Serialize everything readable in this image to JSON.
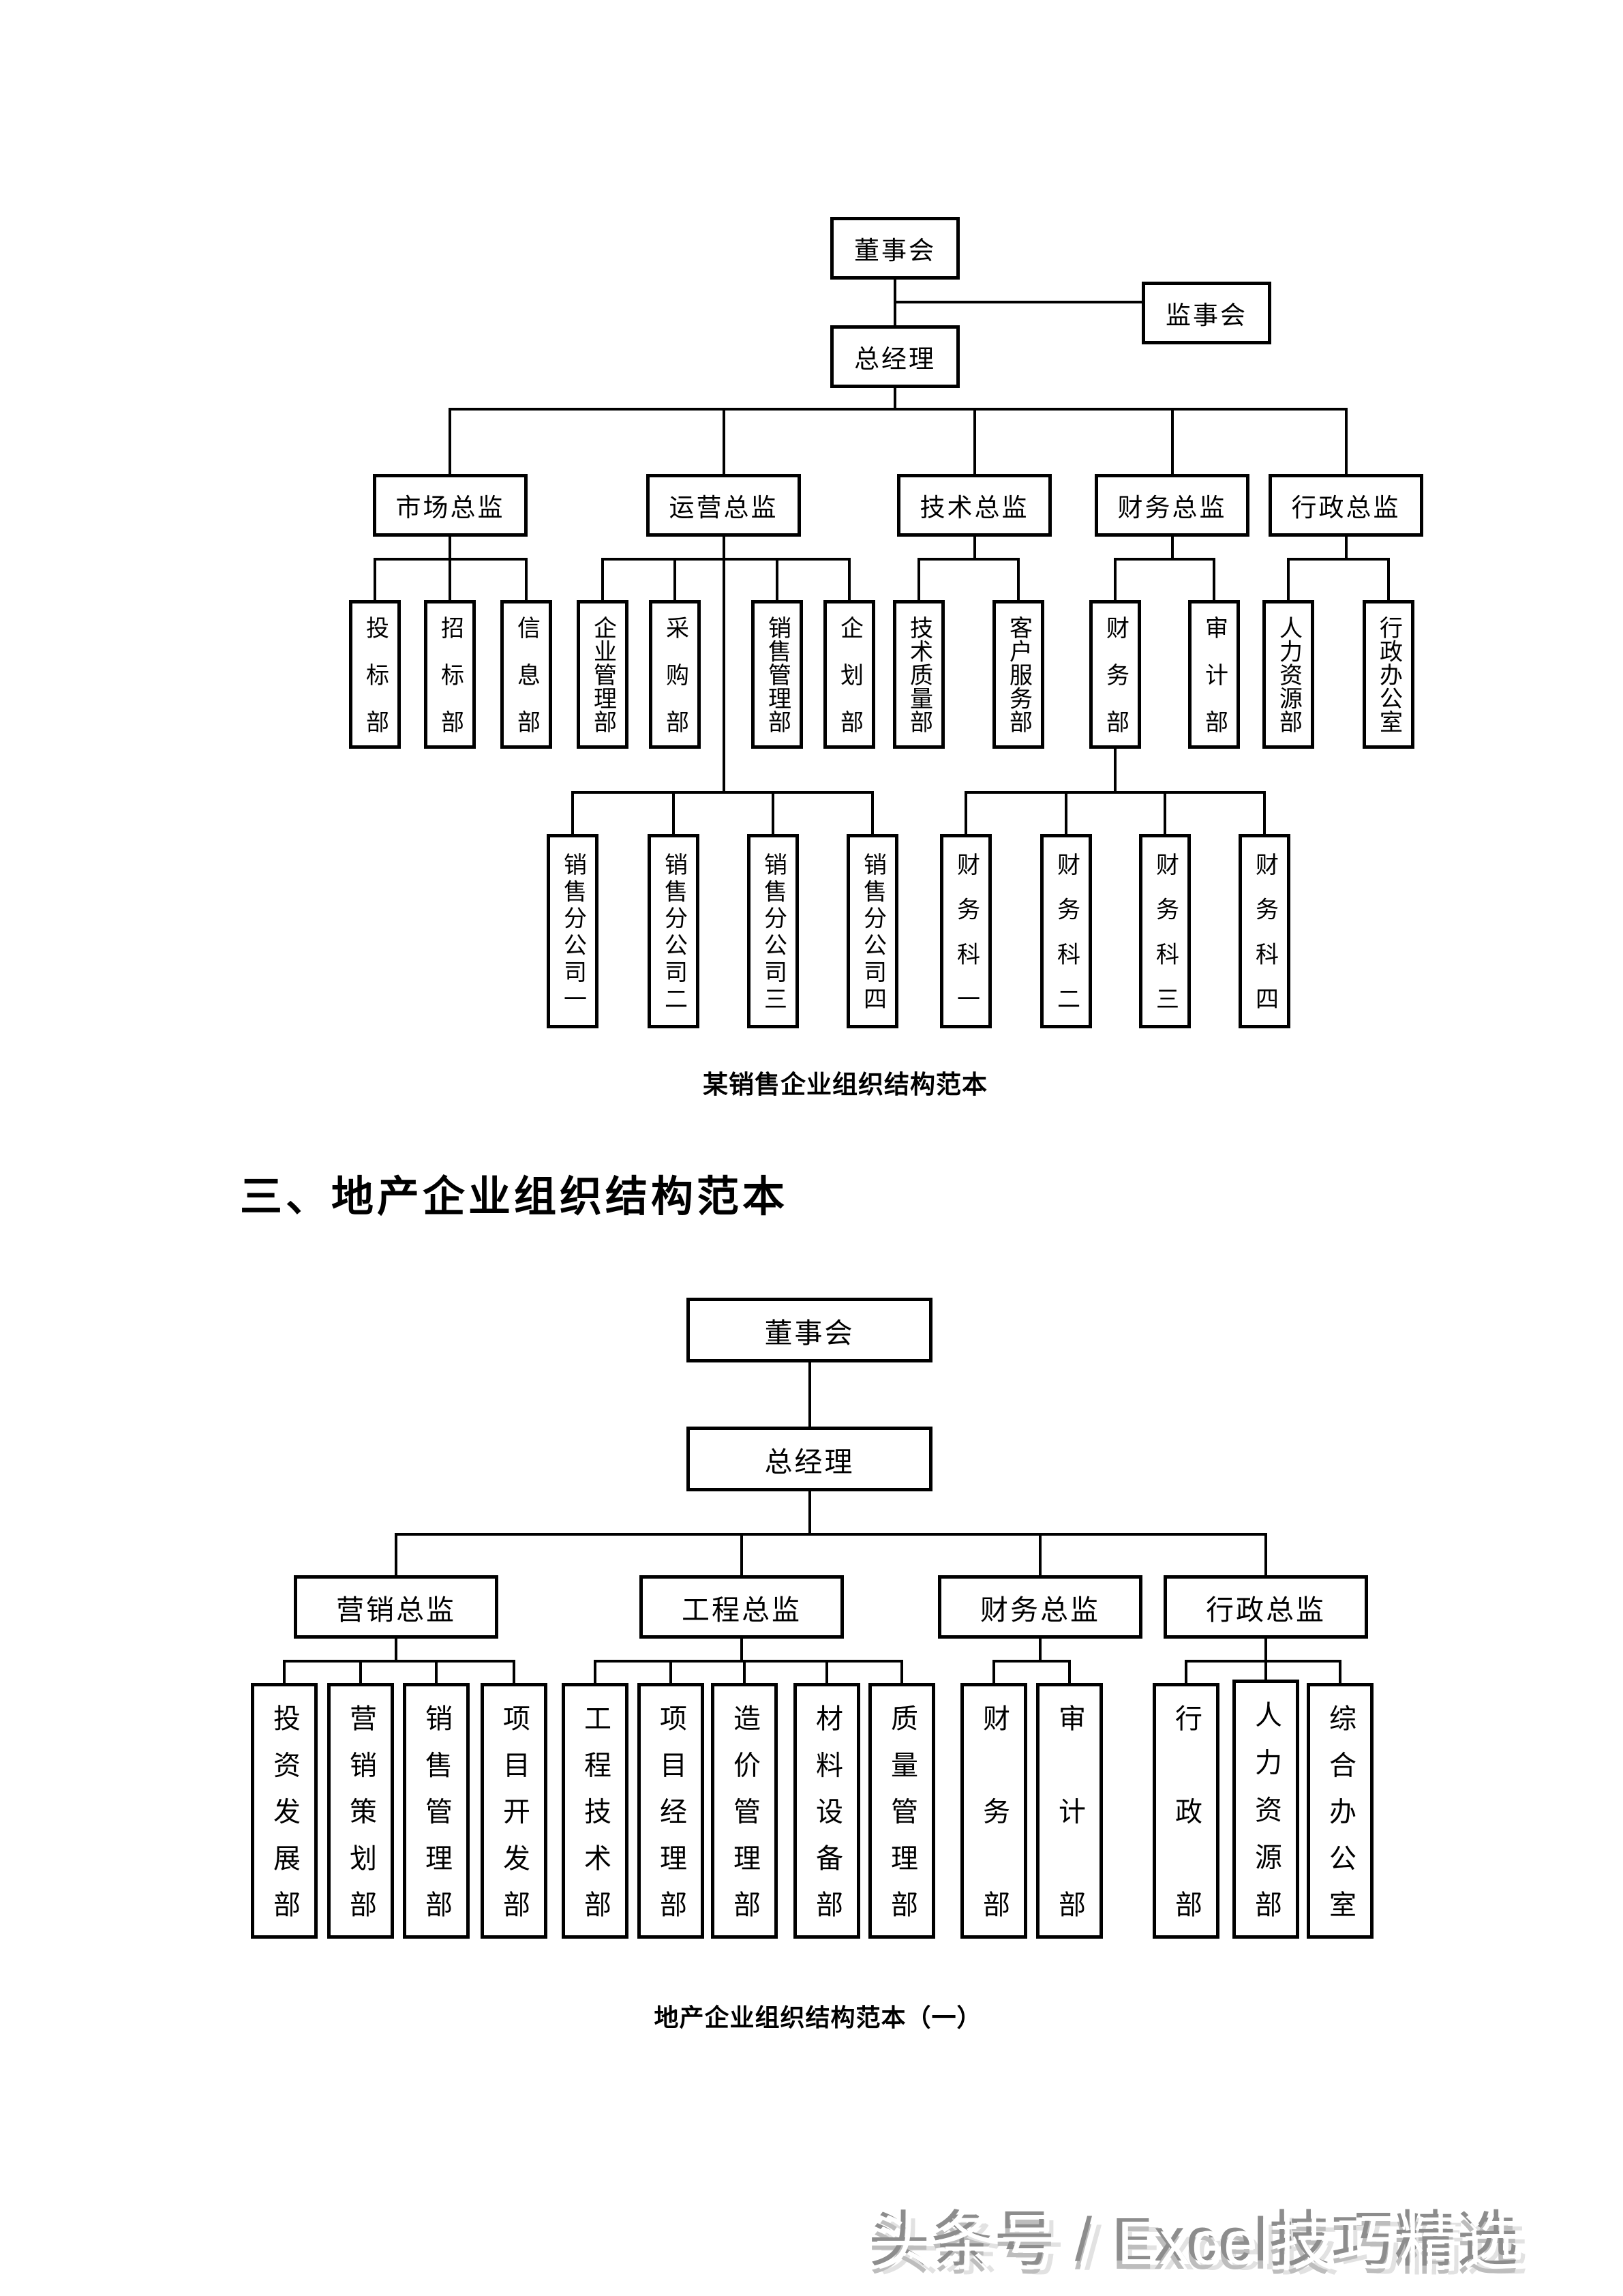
{
  "page": {
    "heading": "三、地产企业组织结构范本",
    "watermark": "头条号 / Excel技巧精选"
  },
  "chart1": {
    "caption": "某销售企业组织结构范本",
    "board": "董事会",
    "supervisory": "监事会",
    "gm": "总经理",
    "directors": [
      "市场总监",
      "运营总监",
      "技术总监",
      "财务总监",
      "行政总监"
    ],
    "departments": [
      "投标部",
      "招标部",
      "信息部",
      "企业管理部",
      "采购部",
      "销售管理部",
      "企划部",
      "技术质量部",
      "客户服务部",
      "财务部",
      "审计部",
      "人力资源部",
      "行政办公室"
    ],
    "sales_branches": [
      "销售分公司一",
      "销售分公司二",
      "销售分公司三",
      "销售分公司四"
    ],
    "finance_sections": [
      "财务科一",
      "财务科二",
      "财务科三",
      "财务科四"
    ]
  },
  "chart2": {
    "caption": "地产企业组织结构范本（一）",
    "board": "董事会",
    "gm": "总经理",
    "directors": [
      "营销总监",
      "工程总监",
      "财务总监",
      "行政总监"
    ],
    "departments": [
      "投资发展部",
      "营销策划部",
      "销售管理部",
      "项目开发部",
      "工程技术部",
      "项目经理部",
      "造价管理部",
      "材料设备部",
      "质量管理部",
      "财务部",
      "审计部",
      "行政部",
      "人力资源部",
      "综合办公室"
    ]
  }
}
